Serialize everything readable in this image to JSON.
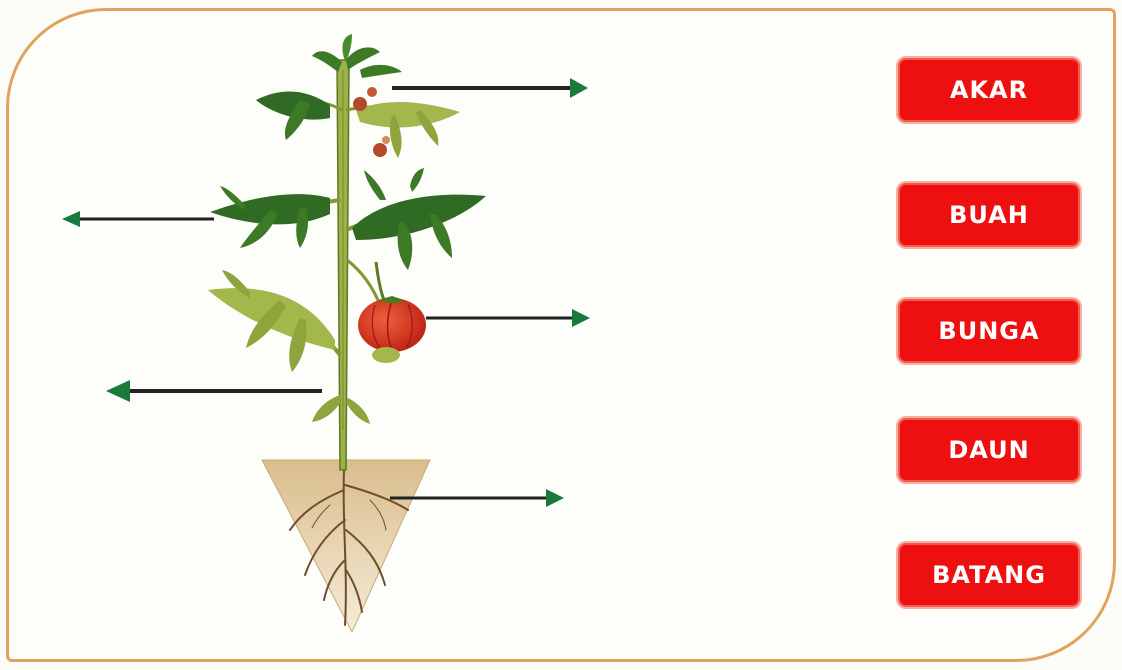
{
  "labels": [
    {
      "id": "akar",
      "text": "AKAR"
    },
    {
      "id": "buah",
      "text": "BUAH"
    },
    {
      "id": "bunga",
      "text": "BUNGA"
    },
    {
      "id": "daun",
      "text": "DAUN"
    },
    {
      "id": "batang",
      "text": "BATANG"
    }
  ],
  "colors": {
    "frame_border": "#e0a25c",
    "button_fill": "#ee1010",
    "button_text": "#ffffff",
    "arrow_head": "#1a7a3c",
    "arrow_line": "#222222",
    "leaf": "#2f6b22",
    "leaf_light": "#9bb24a",
    "stem": "#9cb248",
    "tomato": "#d8301c",
    "soil": "#e3cba0",
    "root": "#6e4d2c"
  }
}
